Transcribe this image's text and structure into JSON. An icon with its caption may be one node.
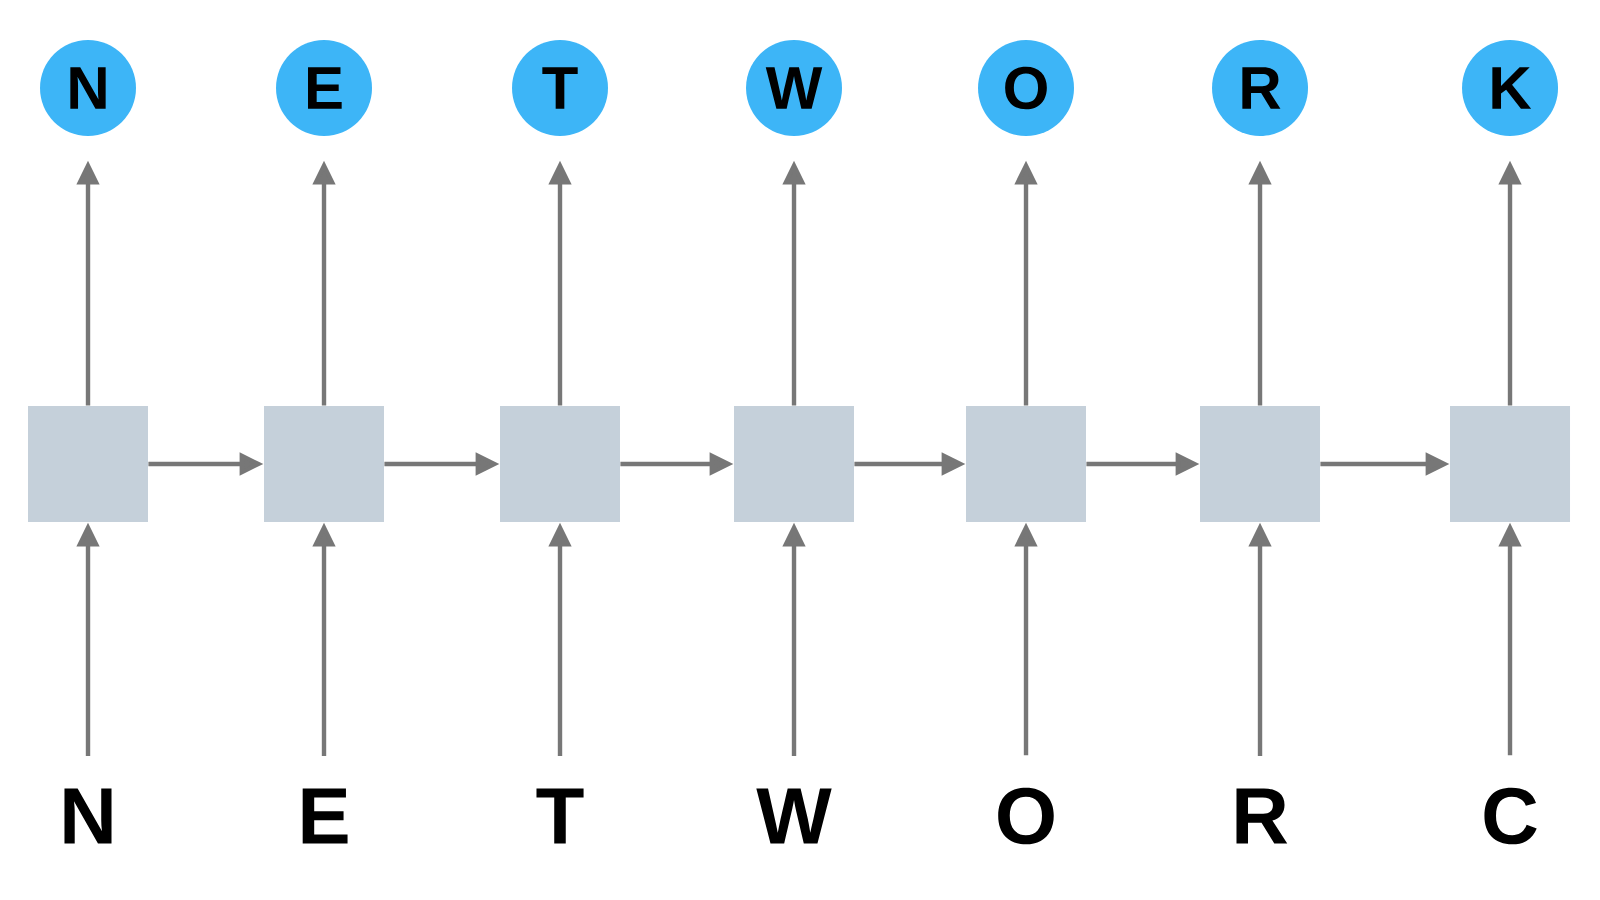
{
  "diagram": {
    "nodes": [
      {
        "text": [
          "N"
        ]
      },
      {
        "text": [
          "E"
        ]
      },
      {
        "text": [
          "T"
        ]
      },
      {
        "text": [
          "W"
        ]
      },
      {
        "text": [
          "O"
        ]
      },
      {
        "text": [
          "R"
        ]
      },
      {
        "text": [
          "K"
        ]
      },
      {
        "text": [],
        "shape": "box"
      },
      {
        "text": [],
        "shape": "box"
      },
      {
        "text": [],
        "shape": "box"
      },
      {
        "text": [],
        "shape": "box"
      },
      {
        "text": [],
        "shape": "box"
      },
      {
        "text": [],
        "shape": "box"
      },
      {
        "text": [],
        "shape": "box"
      },
      {
        "text": [
          "N"
        ]
      },
      {
        "text": [
          "E"
        ]
      },
      {
        "text": [
          "T"
        ]
      },
      {
        "text": [
          "W"
        ]
      },
      {
        "text": [
          "O"
        ]
      },
      {
        "text": [
          "R"
        ]
      },
      {
        "text": [
          "C"
        ]
      }
    ],
    "edges": [
      {
        "from": 14,
        "to": 7,
        "arrow": "to"
      },
      {
        "from": 15,
        "to": 8,
        "arrow": "to"
      },
      {
        "from": 16,
        "to": 9,
        "arrow": "to"
      },
      {
        "from": 17,
        "to": 10,
        "arrow": "to"
      },
      {
        "from": 18,
        "to": 11,
        "arrow": "to"
      },
      {
        "from": 19,
        "to": 12,
        "arrow": "to"
      },
      {
        "from": 20,
        "to": 13,
        "arrow": "to"
      },
      {
        "from": 7,
        "to": 0,
        "arrow": "to"
      },
      {
        "from": 8,
        "to": 1,
        "arrow": "to"
      },
      {
        "from": 9,
        "to": 2,
        "arrow": "to"
      },
      {
        "from": 10,
        "to": 3,
        "arrow": "to"
      },
      {
        "from": 11,
        "to": 4,
        "arrow": "to"
      },
      {
        "from": 12,
        "to": 5,
        "arrow": "to"
      },
      {
        "from": 13,
        "to": 6,
        "arrow": "to"
      },
      {
        "from": 7,
        "to": 8,
        "arrow": "to"
      },
      {
        "from": 8,
        "to": 9,
        "arrow": "to"
      },
      {
        "from": 9,
        "to": 10,
        "arrow": "to"
      },
      {
        "from": 10,
        "to": 11,
        "arrow": "to"
      },
      {
        "from": 11,
        "to": 12,
        "arrow": "to"
      },
      {
        "from": 12,
        "to": 13,
        "arrow": "to"
      }
    ]
  }
}
